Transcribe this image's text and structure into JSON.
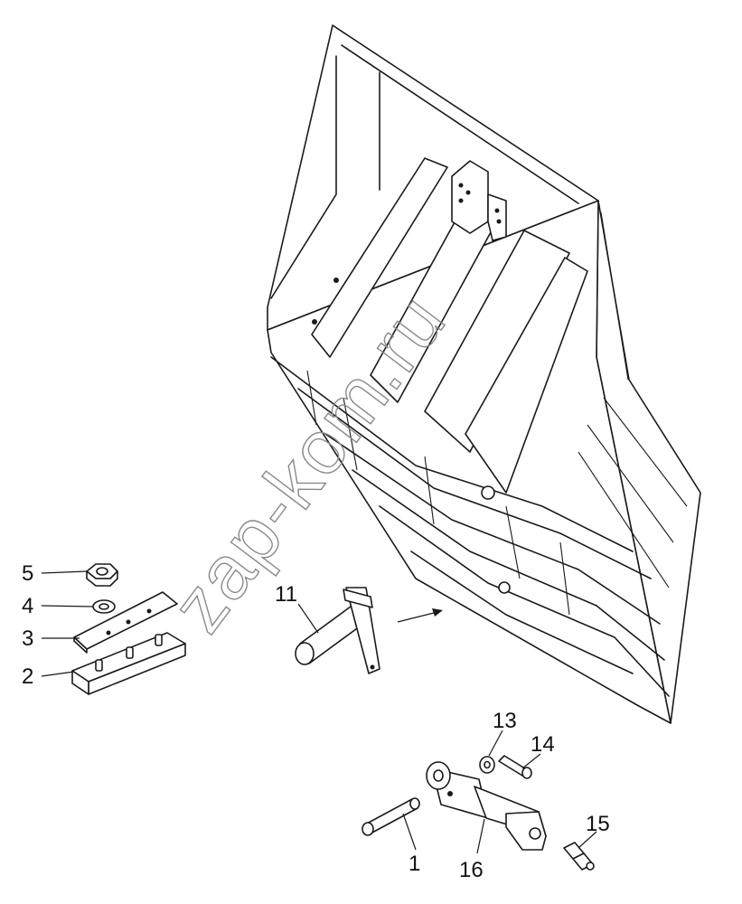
{
  "watermark": "zap-kom.ru",
  "callouts": [
    {
      "id": "5",
      "label": "5"
    },
    {
      "id": "4",
      "label": "4"
    },
    {
      "id": "3",
      "label": "3"
    },
    {
      "id": "2",
      "label": "2"
    },
    {
      "id": "11",
      "label": "11"
    },
    {
      "id": "13",
      "label": "13"
    },
    {
      "id": "14",
      "label": "14"
    },
    {
      "id": "15",
      "label": "15"
    },
    {
      "id": "1",
      "label": "1"
    },
    {
      "id": "16",
      "label": "16"
    }
  ],
  "colors": {
    "ink": "#1a1a1a",
    "watermark": "#8a8a8a",
    "paper": "#ffffff"
  }
}
